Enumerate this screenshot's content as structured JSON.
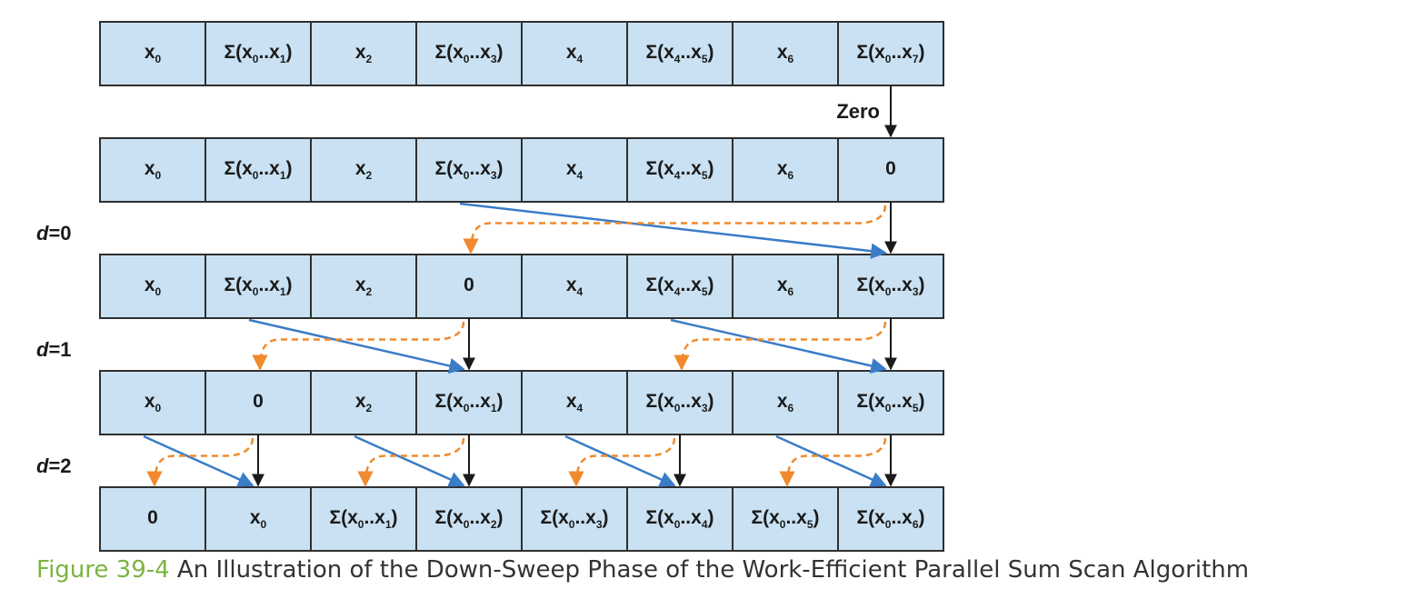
{
  "rows": [
    [
      "x_0",
      "Σ(x_0..x_1)",
      "x_2",
      "Σ(x_0..x_3)",
      "x_4",
      "Σ(x_4..x_5)",
      "x_6",
      "Σ(x_0..x_7)"
    ],
    [
      "x_0",
      "Σ(x_0..x_1)",
      "x_2",
      "Σ(x_0..x_3)",
      "x_4",
      "Σ(x_4..x_5)",
      "x_6",
      "0"
    ],
    [
      "x_0",
      "Σ(x_0..x_1)",
      "x_2",
      "0",
      "x_4",
      "Σ(x_4..x_5)",
      "x_6",
      "Σ(x_0..x_3)"
    ],
    [
      "x_0",
      "0",
      "x_2",
      "Σ(x_0..x_1)",
      "x_4",
      "Σ(x_0..x_3)",
      "x_6",
      "Σ(x_0..x_5)"
    ],
    [
      "0",
      "x_0",
      "Σ(x_0..x_1)",
      "Σ(x_0..x_2)",
      "Σ(x_0..x_3)",
      "Σ(x_0..x_4)",
      "Σ(x_0..x_5)",
      "Σ(x_0..x_6)"
    ]
  ],
  "zero_label": "Zero",
  "levels": [
    {
      "var": "d",
      "eq": "=0"
    },
    {
      "var": "d",
      "eq": "=1"
    },
    {
      "var": "d",
      "eq": "=2"
    }
  ],
  "caption": {
    "figure": "Figure 39-4",
    "text": "An Illustration of the Down-Sweep Phase of the Work-Efficient Parallel Sum Scan Algorithm"
  },
  "colors": {
    "cell_fill": "#c9e1f2",
    "blue_arrow": "#3a7cc7",
    "orange_arrow": "#f08a2c",
    "figure_label": "#7cb342"
  },
  "transitions": [
    {
      "level": 0,
      "pairs": [
        [
          3,
          7
        ]
      ]
    },
    {
      "level": 1,
      "pairs": [
        [
          1,
          3
        ],
        [
          5,
          7
        ]
      ]
    },
    {
      "level": 2,
      "pairs": [
        [
          0,
          1
        ],
        [
          2,
          3
        ],
        [
          4,
          5
        ],
        [
          6,
          7
        ]
      ]
    }
  ]
}
